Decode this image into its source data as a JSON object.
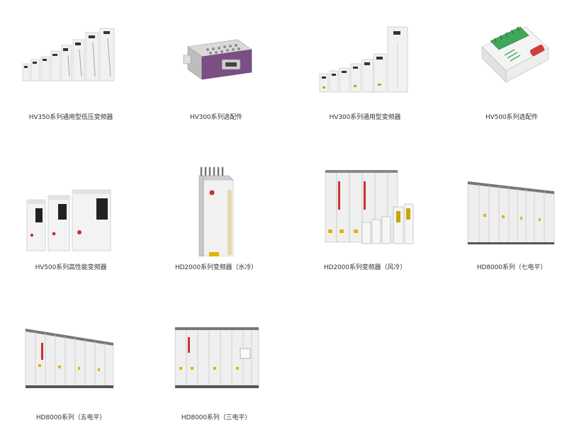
{
  "products": [
    {
      "label": "HV350系列通用型低压变频器",
      "image": "drive-family-icon"
    },
    {
      "label": "HV300系列选配件",
      "image": "option-module-icon"
    },
    {
      "label": "HV300系列通用型变频器",
      "image": "drive-family-icon"
    },
    {
      "label": "HV500系列选配件",
      "image": "terminal-module-icon"
    },
    {
      "label": "HV500系列高性能变频器",
      "image": "drive-family-icon"
    },
    {
      "label": "HD2000系列变频器（水冷）",
      "image": "water-cooled-drive-icon"
    },
    {
      "label": "HD2000系列变频器（风冷）",
      "image": "cabinet-drive-icon"
    },
    {
      "label": "HD8000系列（七电平）",
      "image": "cabinet-row-icon"
    },
    {
      "label": "HD8000系列（五电平）",
      "image": "cabinet-row-icon"
    },
    {
      "label": "HD8000系列（三电平）",
      "image": "cabinet-row-icon"
    }
  ]
}
